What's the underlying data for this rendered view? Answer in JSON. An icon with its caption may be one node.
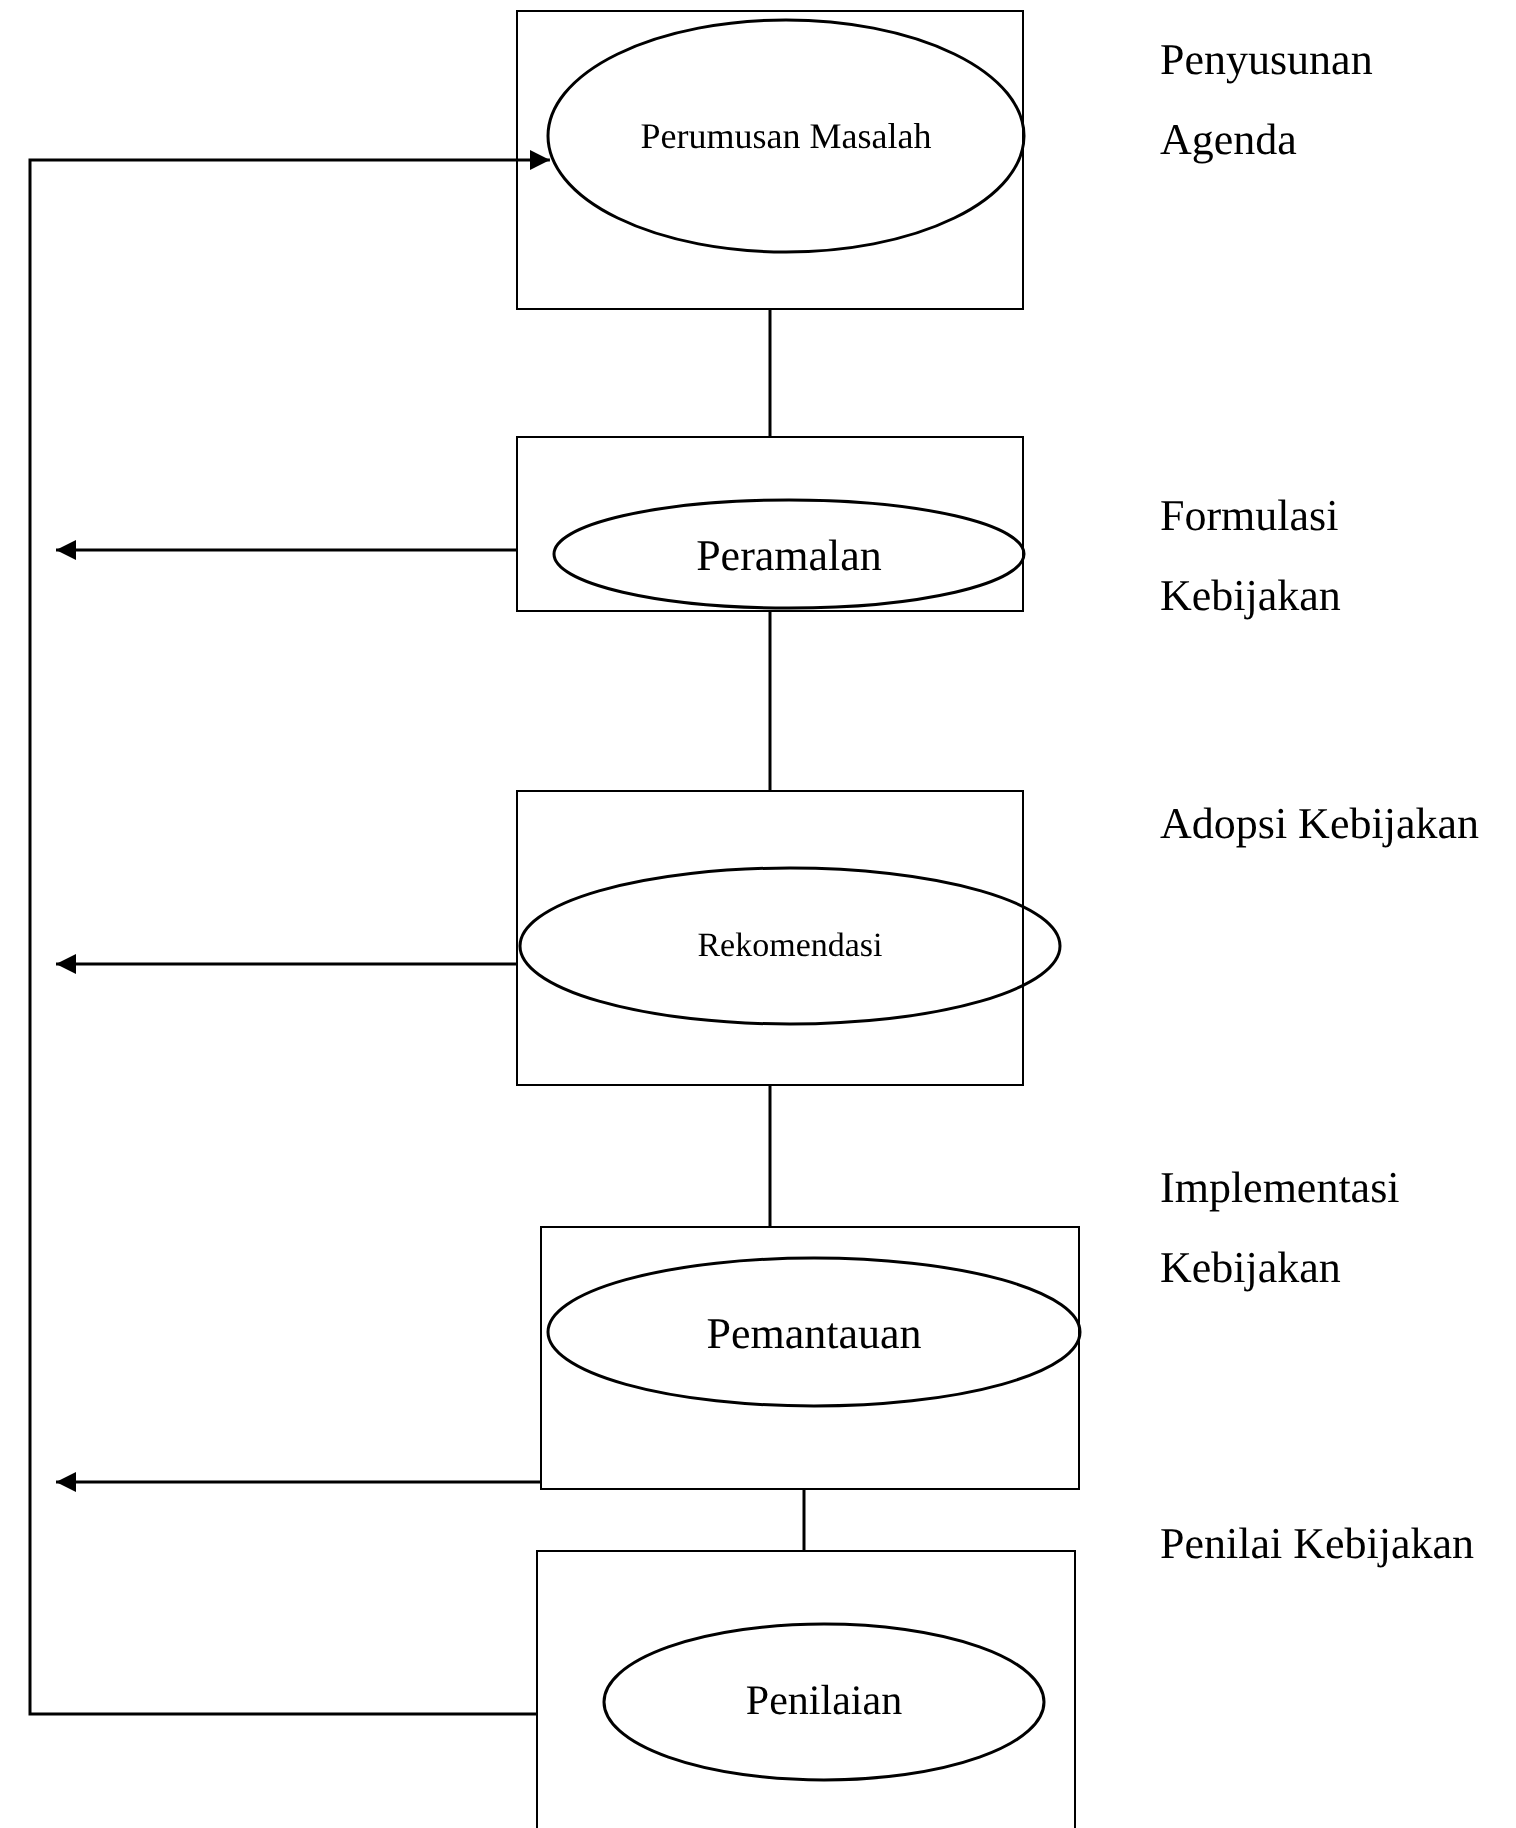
{
  "diagram": {
    "nodes": [
      {
        "text": [],
        "shape": "box",
        "beside": [
          "Penyusunan Agenda"
        ]
      },
      {
        "text": [
          "Perumusan Masalah"
        ],
        "in": 0
      },
      {
        "text": [],
        "shape": "box",
        "beside": [
          "Formulasi Kebijakan"
        ]
      },
      {
        "text": [
          "Peramalan"
        ],
        "in": 2
      },
      {
        "text": [],
        "shape": "box",
        "beside": [
          "Adopsi Kebijakan"
        ]
      },
      {
        "text": [
          "Rekomendasi"
        ],
        "in": 4
      },
      {
        "text": [],
        "shape": "box",
        "beside": [
          "Implementasi Kebijakan"
        ]
      },
      {
        "text": [
          "Pemantauan"
        ],
        "in": 6
      },
      {
        "text": [],
        "shape": "box",
        "beside": [
          "Penilai Kebijakan"
        ]
      },
      {
        "text": [
          "Penilaian"
        ],
        "in": 8
      }
    ],
    "edges": [
      {
        "from": 0,
        "to": 2,
        "arrow": "none"
      },
      {
        "from": 2,
        "to": 4,
        "arrow": "none"
      },
      {
        "from": 4,
        "to": 6,
        "arrow": "none"
      },
      {
        "from": 6,
        "to": 8,
        "arrow": "none"
      },
      {
        "from": 8,
        "to": 1,
        "arrow": "to"
      },
      {
        "from": 2,
        "to": null,
        "arrow": "to"
      },
      {
        "from": 4,
        "to": null,
        "arrow": "to"
      },
      {
        "from": 6,
        "to": null,
        "arrow": "to"
      }
    ]
  }
}
